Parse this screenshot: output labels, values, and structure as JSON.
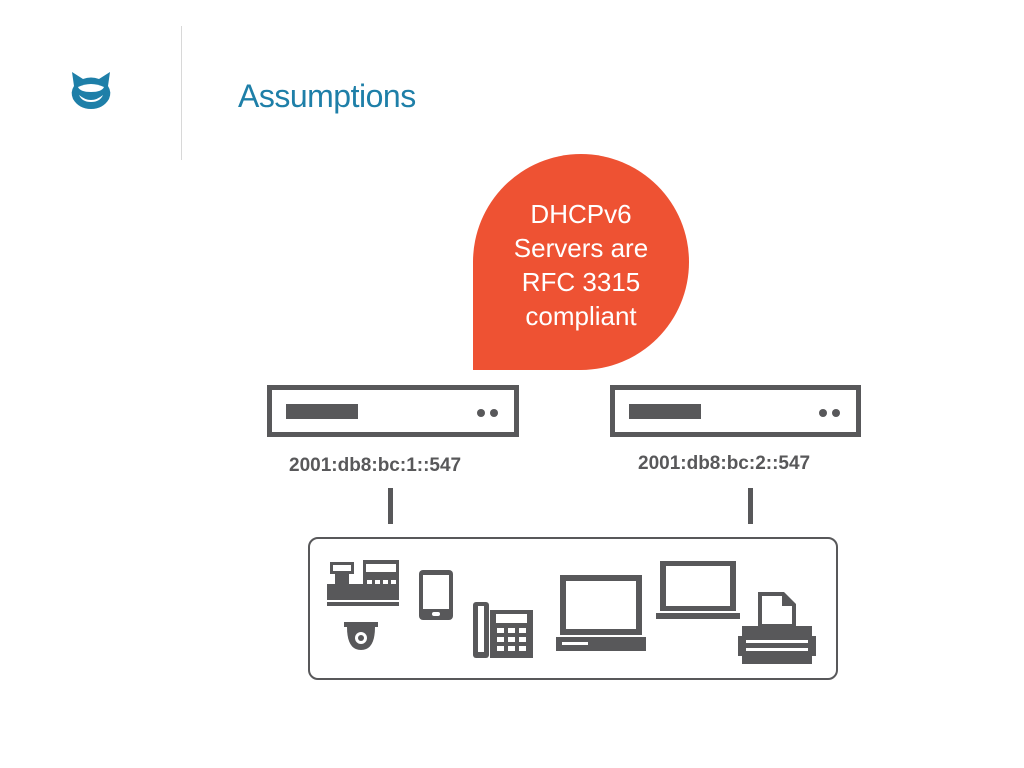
{
  "header": {
    "logo_icon": "cat-face-logo-icon",
    "title": "Assumptions",
    "title_color": "#1e7fa8"
  },
  "callout": {
    "lines": [
      "DHCPv6",
      "Servers are",
      "RFC 3315",
      "compliant"
    ],
    "color": "#ee5233"
  },
  "servers": [
    {
      "address": "2001:db8:bc:1::547",
      "icon": "server-icon"
    },
    {
      "address": "2001:db8:bc:2::547",
      "icon": "server-icon"
    }
  ],
  "devices": [
    "cash-register-icon",
    "security-camera-icon",
    "smartphone-icon",
    "desk-phone-icon",
    "desktop-computer-icon",
    "laptop-icon",
    "printer-icon"
  ],
  "icon_color": "#58585a"
}
